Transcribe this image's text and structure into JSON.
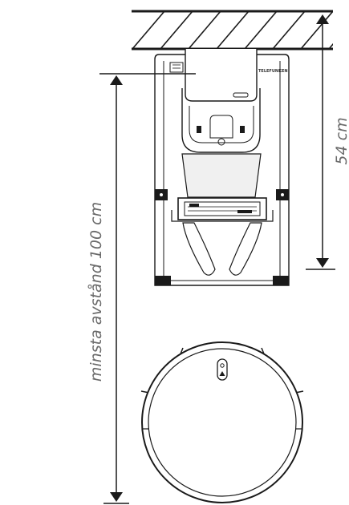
{
  "labels": {
    "min_distance": "minsta avstånd 100 cm",
    "depth": "54 cm",
    "brand_logo": "TELEFUNKEN"
  },
  "icons": {
    "ceiling": "wall-hatch-icon",
    "dock": "charging-dock-icon",
    "robot": "robot-vacuum-icon"
  },
  "colors": {
    "line": "#1a1a1a",
    "label": "#6a6a6a",
    "body_fill": "#ffffff",
    "body_shade": "#f0f0f0"
  }
}
